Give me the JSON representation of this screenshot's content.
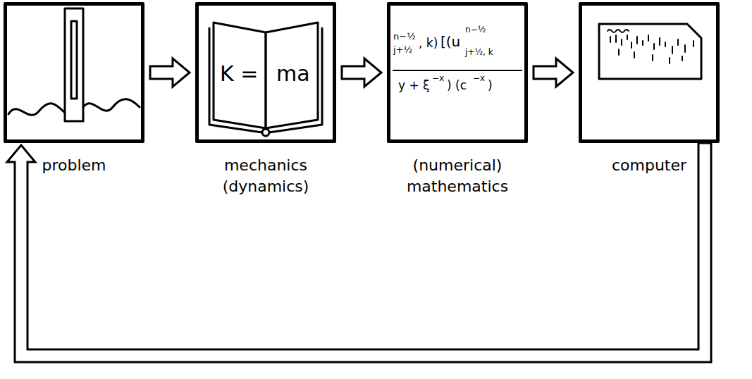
{
  "diagram": {
    "nodes": [
      {
        "text": [
          "problem"
        ]
      },
      {
        "text": [
          "mechanics (dynamics)"
        ]
      },
      {
        "text": [
          "(numerical) mathematics"
        ]
      },
      {
        "text": [
          "computer"
        ]
      }
    ],
    "edges": [
      {
        "from": 0,
        "to": 1,
        "arrow": "to"
      },
      {
        "from": 1,
        "to": 2,
        "arrow": "to"
      },
      {
        "from": 2,
        "to": 3,
        "arrow": "to"
      },
      {
        "from": 3,
        "to": 0,
        "arrow": "to"
      }
    ],
    "labels": [
      "K =",
      "ma",
      "n−½",
      "j+½",
      ", k)",
      "[(u",
      "n−½",
      "j+½, k",
      "y + ξ",
      "−x",
      ") (c",
      "−x",
      ")"
    ]
  }
}
